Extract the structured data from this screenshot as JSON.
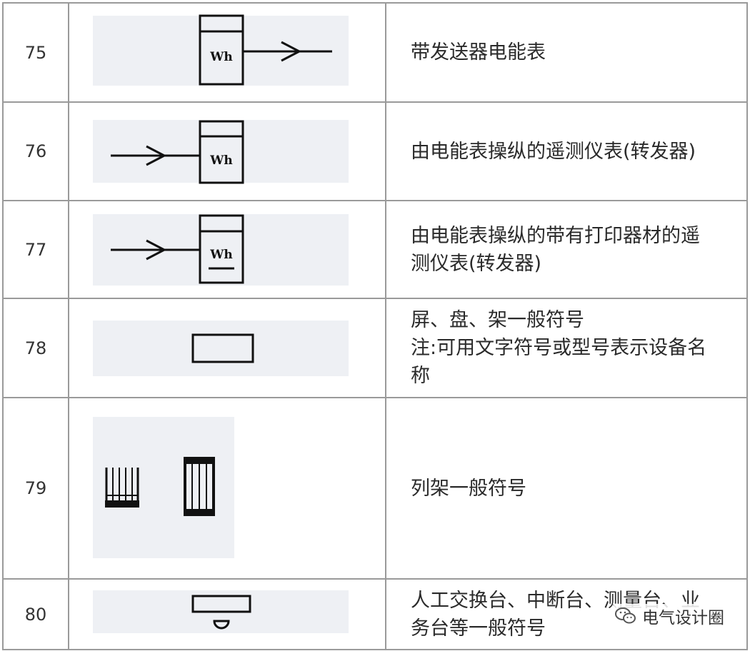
{
  "rows": [
    {
      "num": "75",
      "desc": [
        "带发送器电能表"
      ],
      "meter_text": "Wh"
    },
    {
      "num": "76",
      "desc": [
        "由电能表操纵的遥测仪表(转发器)"
      ],
      "meter_text": "Wh"
    },
    {
      "num": "77",
      "desc": [
        "由电能表操纵的带有打印器材的遥",
        "测仪表(转发器)"
      ],
      "meter_text": "Wh"
    },
    {
      "num": "78",
      "desc": [
        "屏、盘、架一般符号",
        "注:可用文字符号或型号表示设备名",
        "称"
      ]
    },
    {
      "num": "79",
      "desc": [
        "列架一般符号"
      ]
    },
    {
      "num": "80",
      "desc": [
        "人工交换台、中断台、测量台、业",
        "务台等一般符号"
      ]
    }
  ],
  "watermark": {
    "text": "电气设计圈",
    "icon": "wechat-icon"
  },
  "colors": {
    "panel": "#eef0f4",
    "border": "#9a9a9a",
    "ink": "#111111"
  }
}
